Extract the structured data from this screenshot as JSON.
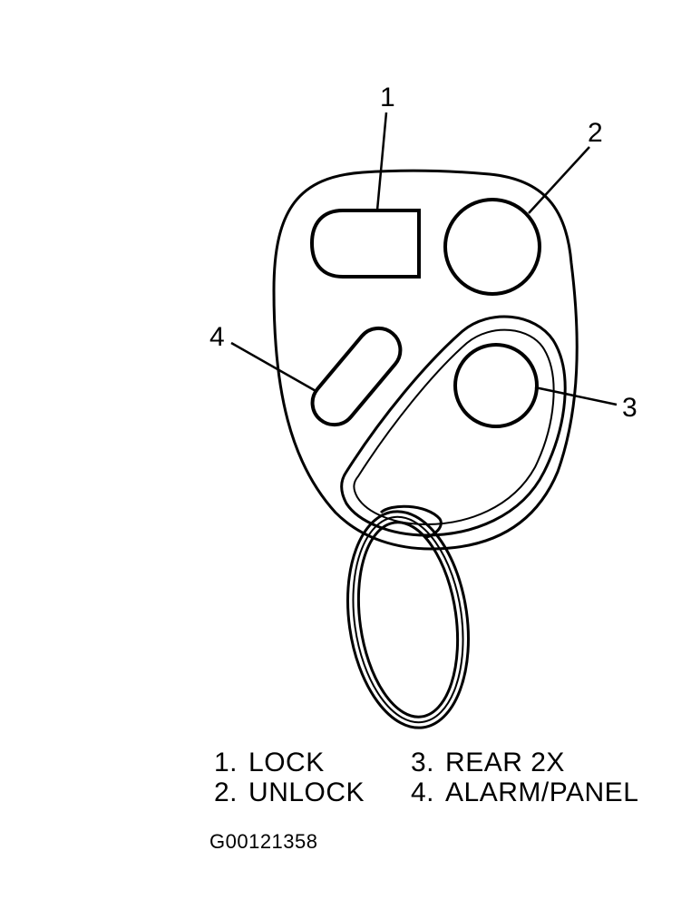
{
  "callouts": [
    {
      "number": "1",
      "label": "LOCK"
    },
    {
      "number": "2",
      "label": "UNLOCK"
    },
    {
      "number": "3",
      "label": "REAR 2X"
    },
    {
      "number": "4",
      "label": "ALARM/PANEL"
    }
  ],
  "legend": {
    "col1": [
      {
        "num": "1.",
        "label": "LOCK"
      },
      {
        "num": "2.",
        "label": "UNLOCK"
      }
    ],
    "col2": [
      {
        "num": "3.",
        "label": "REAR 2X"
      },
      {
        "num": "4.",
        "label": "ALARM/PANEL"
      }
    ]
  },
  "figure_id": "G00121358",
  "colors": {
    "ink": "#000000",
    "paper": "#ffffff"
  }
}
